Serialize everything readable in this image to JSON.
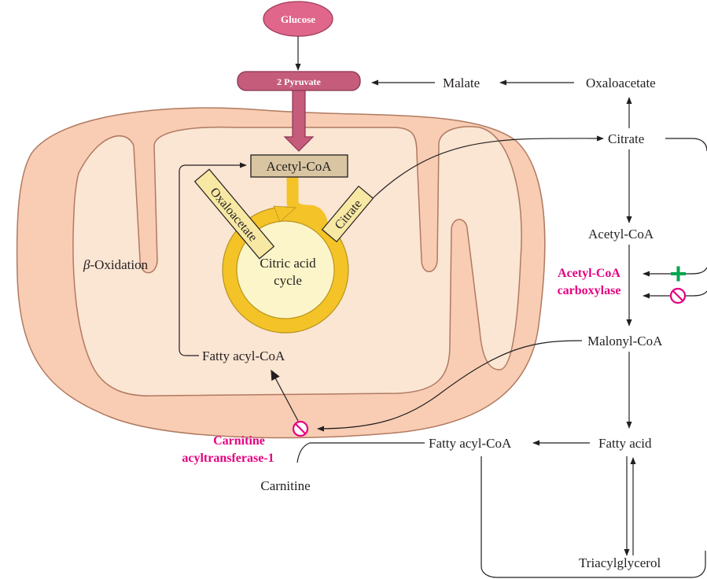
{
  "labels": {
    "glucose": "Glucose",
    "pyruvate": "2 Pyruvate",
    "malate": "Malate",
    "oxaloacetate_cyto": "Oxaloacetate",
    "citrate_cyto": "Citrate",
    "acetyl_coa_mito": "Acetyl-CoA",
    "oxaloacetate_mito": "Oxaloacetate",
    "citrate_mito": "Citrate",
    "tca_line1": "Citric acid",
    "tca_line2": "cycle",
    "beta_symbol": "β",
    "beta_rest": "-Oxidation",
    "fatty_acyl_coa_mito": "Fatty acyl-CoA",
    "acetyl_coa_cyto": "Acetyl-CoA",
    "acc_line1": "Acetyl-CoA",
    "acc_line2": "carboxylase",
    "malonyl_coa": "Malonyl-CoA",
    "fatty_acid": "Fatty acid",
    "fatty_acyl_coa_cyto": "Fatty acyl-CoA",
    "cat_line1": "Carnitine",
    "cat_line2": "acyltransferase-1",
    "carnitine": "Carnitine",
    "triacylglycerol": "Triacylglycerol"
  },
  "colors": {
    "glucose_fill": "#e0668b",
    "pyruvate_fill": "#c55c7c",
    "mito_outer": "#f8cdb4",
    "mito_inner": "#fbe5d3",
    "mito_stroke": "#b07a60",
    "citric_ring": "#f4c327",
    "citric_core": "#fcf5c9",
    "acetyl_box": "#d9c5a1",
    "tag_fill": "#f7e8a3",
    "enzyme_text": "#e4007f",
    "activator": "#00a651",
    "inhibitor": "#e4007f"
  },
  "icons": {
    "activation": "plus-icon",
    "inhibition": "inhibition-icon"
  }
}
